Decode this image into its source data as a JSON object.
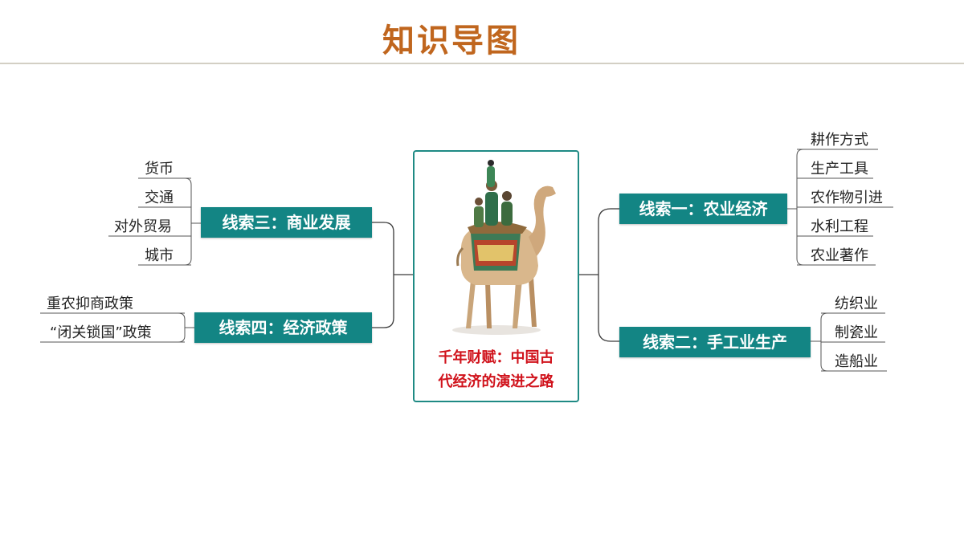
{
  "title": "知识导图",
  "center": {
    "caption_line1": "千年财赋：中国古",
    "caption_line2": "代经济的演进之路"
  },
  "branches": {
    "b1": {
      "label": "线索一：农业经济",
      "items": [
        "耕作方式",
        "生产工具",
        "农作物引进",
        "水利工程",
        "农业著作"
      ]
    },
    "b2": {
      "label": "线索二：手工业生产",
      "items": [
        "纺织业",
        "制瓷业",
        "造船业"
      ]
    },
    "b3": {
      "label": "线索三：商业发展",
      "items": [
        "货币",
        "交通",
        "对外贸易",
        "城市"
      ]
    },
    "b4": {
      "label": "线索四：经济政策",
      "items": [
        "重农抑商政策",
        "“闭关锁国”政策"
      ]
    }
  },
  "colors": {
    "title": "#c0661e",
    "branch_fill": "#138584",
    "caption": "#d0121b",
    "frame": "#1f8a84"
  }
}
